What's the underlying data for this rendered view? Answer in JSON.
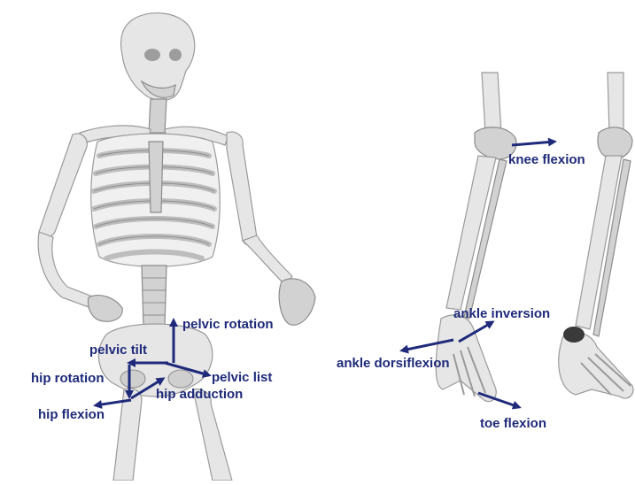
{
  "labels": {
    "pelvic_rotation": "pelvic rotation",
    "pelvic_tilt": "pelvic tilt",
    "pelvic_list": "pelvic list",
    "hip_rotation": "hip rotation",
    "hip_adduction": "hip adduction",
    "hip_flexion": "hip flexion",
    "knee_flexion": "knee flexion",
    "ankle_inversion": "ankle inversion",
    "ankle_dorsiflexion": "ankle dorsiflexion",
    "toe_flexion": "toe flexion"
  },
  "colors": {
    "label": "#1f2a7a",
    "bone": "#e6e6e6",
    "bone_outline": "#9a9a9a",
    "background": "#ffffff"
  }
}
